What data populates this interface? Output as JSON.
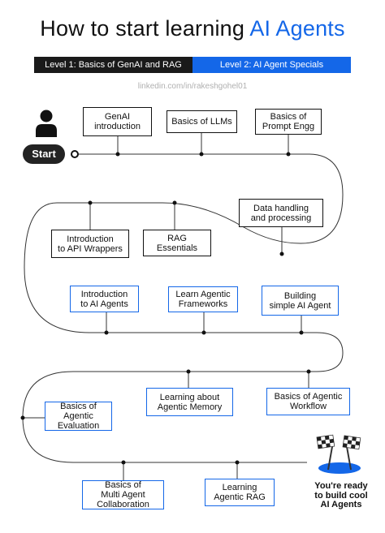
{
  "title": {
    "prefix": "How to start learning ",
    "accent": "AI Agents"
  },
  "levels": {
    "level1": "Level 1: Basics of GenAI and RAG",
    "level2": "Level 2: AI Agent Specials"
  },
  "credit": "linkedin.com/in/rakeshgohel01",
  "start_label": "Start",
  "finish_label": "You're ready\nto build cool\nAI Agents",
  "colors": {
    "accent": "#1467e8",
    "dark": "#1a1a1a"
  },
  "steps": {
    "genai_intro": "GenAI\nintroduction",
    "basics_llms": "Basics of LLMs",
    "prompt_engg": "Basics of\nPrompt Engg",
    "data_handling": "Data handling\nand processing",
    "rag_essentials": "RAG\nEssentials",
    "api_wrappers": "Introduction\nto API Wrappers",
    "intro_ai_agents": "Introduction\nto AI Agents",
    "agentic_frameworks": "Learn Agentic\nFrameworks",
    "simple_ai_agent": "Building\nsimple AI Agent",
    "agentic_workflow": "Basics of Agentic\nWorkflow",
    "agentic_memory": "Learning about\nAgentic Memory",
    "agentic_evaluation": "Basics of\nAgentic\nEvaluation",
    "multi_agent": "Basics of\nMulti Agent\nCollaboration",
    "agentic_rag": "Learning\nAgentic RAG"
  }
}
